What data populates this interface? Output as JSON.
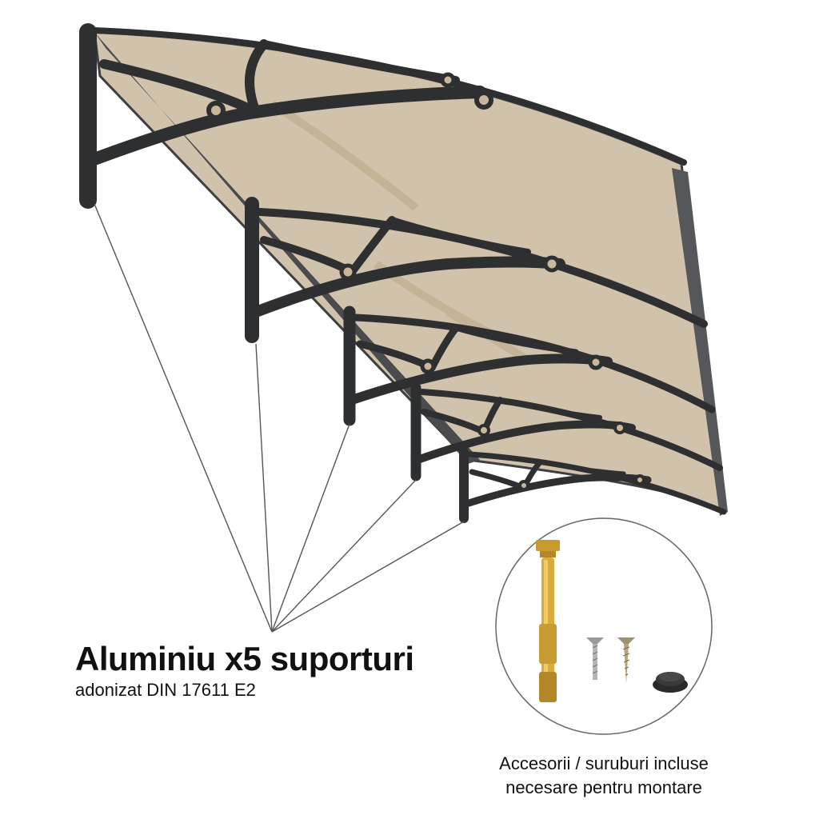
{
  "main": {
    "title": "Aluminiu x5 suporturi",
    "subtitle": "adonizat DIN 17611 E2"
  },
  "accessories": {
    "line1": "Accesorii / suruburi incluse",
    "line2": "necesare pentru montare"
  },
  "colors": {
    "panel": "#c9b79c",
    "bracket": "#2e2f31",
    "frame": "#3d3f42",
    "text": "#111111"
  }
}
